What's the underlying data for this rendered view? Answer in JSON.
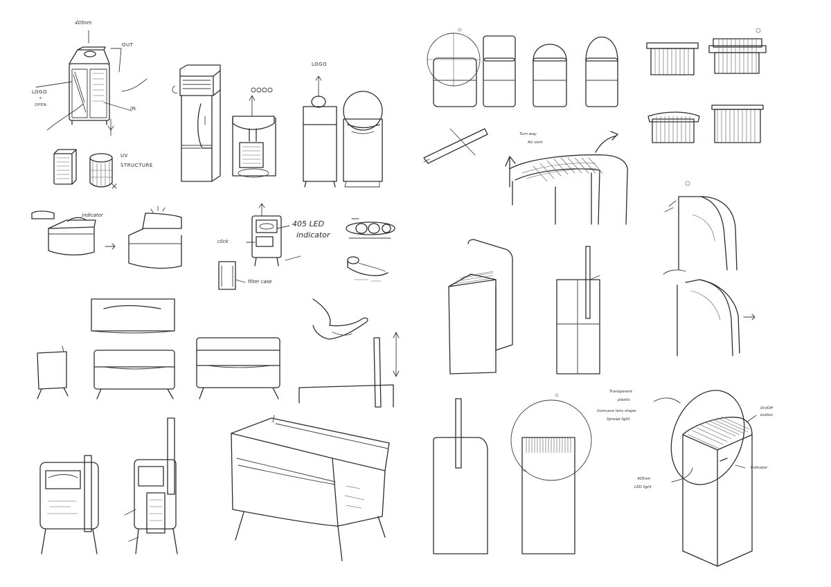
{
  "annotations": {
    "a405nm": "405nm",
    "out": "OUT",
    "logo_open": "LOGO",
    "plus": "+",
    "open": "OPEN.",
    "in": "IN",
    "uv_structure_1": "UV",
    "uv_structure_2": "STRUCTURE",
    "logo": "LOGO",
    "indicator_1": "indicator",
    "led_405": "405 LED",
    "indicator_2": "indicator",
    "click": "click",
    "filter_case": "filter case",
    "turn_way_1": "Turn way",
    "turn_way_2": "Air vent",
    "transparent_1": "Transparent",
    "transparent_2": "plastic",
    "concave_1": "(concave lens shape",
    "concave_2": "Spread light",
    "button_1": "On/Off",
    "button_2": "button",
    "indicator_3": "Indicator",
    "led_405_2a": "405nm",
    "led_405_2b": "LED light"
  }
}
